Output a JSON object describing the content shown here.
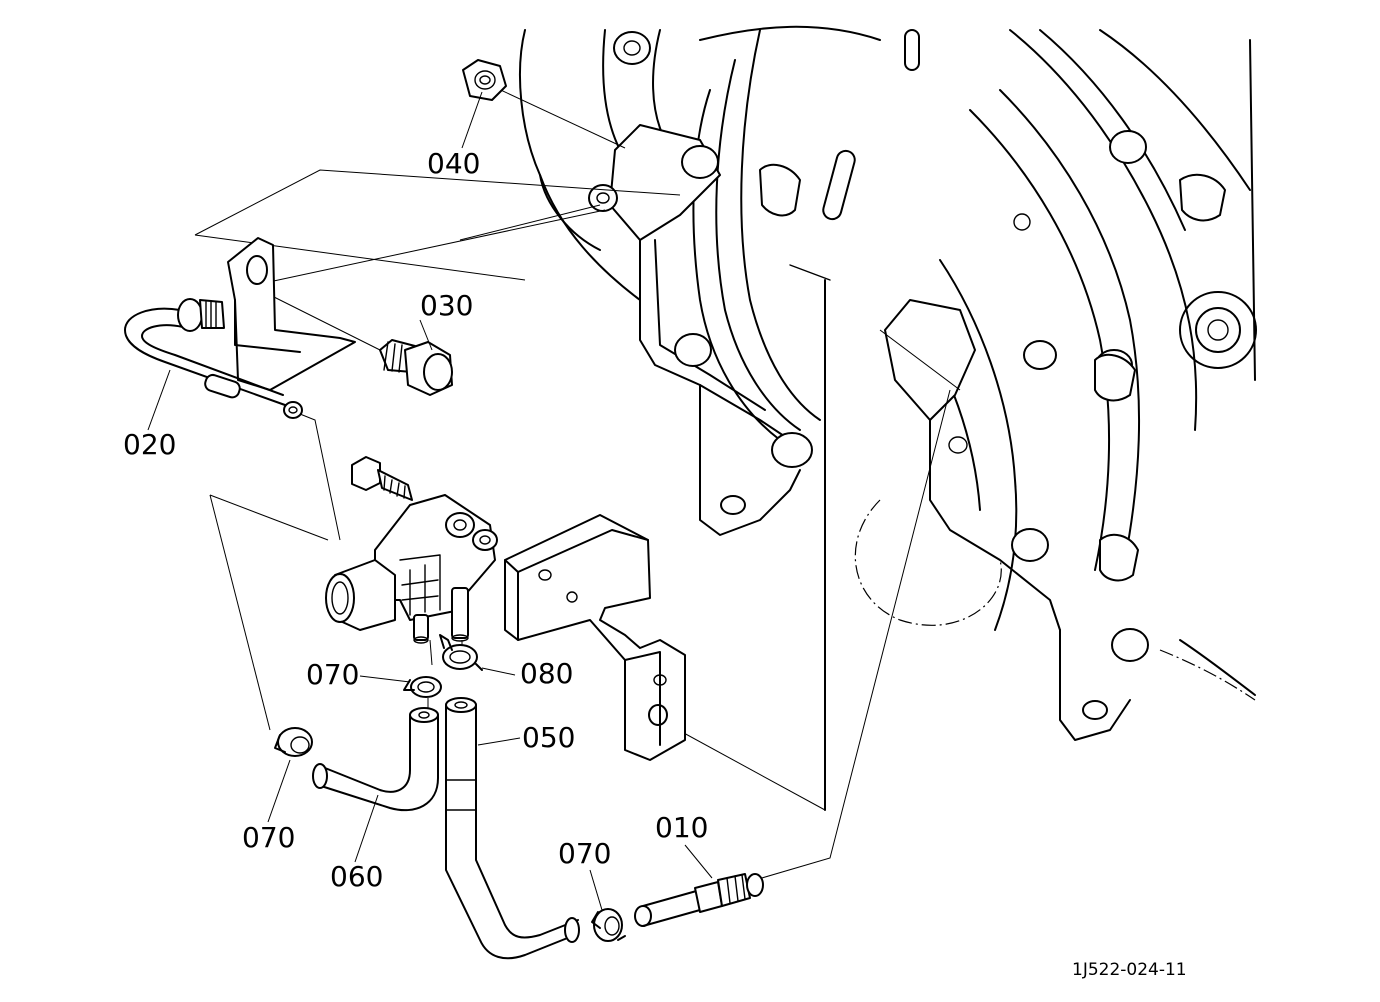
{
  "callouts": [
    {
      "id": "010",
      "text": "010"
    },
    {
      "id": "020",
      "text": "020"
    },
    {
      "id": "030",
      "text": "030"
    },
    {
      "id": "040",
      "text": "040"
    },
    {
      "id": "050",
      "text": "050"
    },
    {
      "id": "060",
      "text": "060"
    },
    {
      "id": "070a",
      "text": "070"
    },
    {
      "id": "070b",
      "text": "070"
    },
    {
      "id": "070c",
      "text": "070"
    },
    {
      "id": "080",
      "text": "080"
    }
  ],
  "diagram_ref": "1J522-024-11"
}
